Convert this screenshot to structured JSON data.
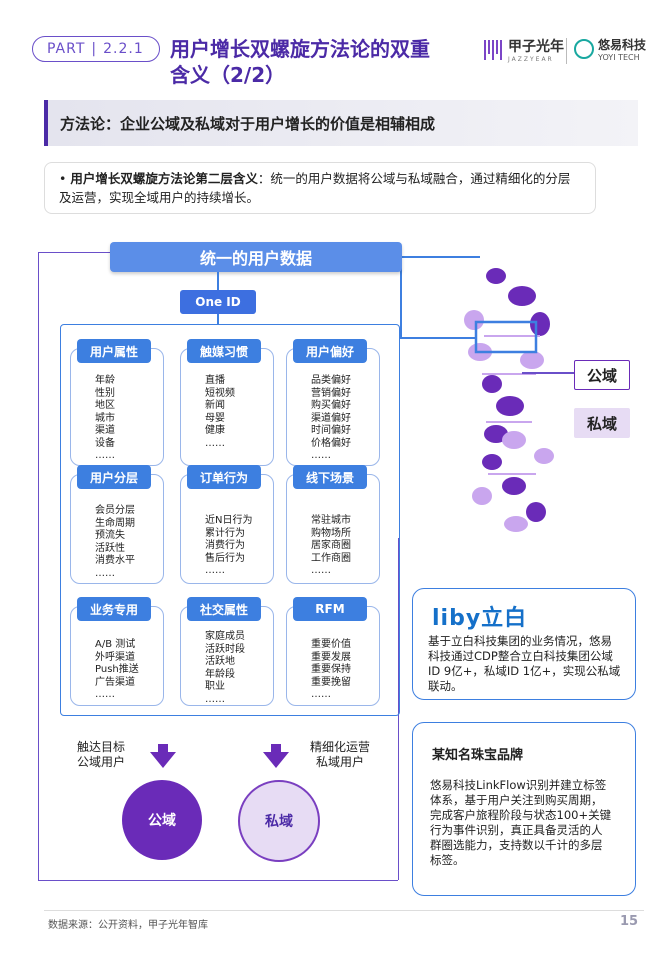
{
  "header": {
    "part_label": "PART",
    "part_number": "2.2.1",
    "title": "用户增长双螺旋方法论的双重含义（2/2）",
    "logo1_name": "甲子光年",
    "logo1_sub": "JAZZYEAR",
    "logo2_name": "悠易科技",
    "logo2_sub": "YOYI TECH"
  },
  "section": {
    "heading": "方法论：企业公域及私域对于用户增长的价值是相辅相成",
    "bullet_bold": "用户增长双螺旋方法论第二层含义",
    "bullet_text": "：统一的用户数据将公域与私域融合，通过精细化的分层及运营，实现全域用户的持续增长。"
  },
  "diagram": {
    "unified_label": "统一的用户数据",
    "oneid_label": "One ID",
    "cards": [
      {
        "title": "用户属性",
        "items": [
          "年龄",
          "性别",
          "地区",
          "城市",
          "渠道",
          "设备",
          "……"
        ]
      },
      {
        "title": "触媒习惯",
        "items": [
          "直播",
          "短视频",
          "新闻",
          "母婴",
          "健康",
          "……"
        ]
      },
      {
        "title": "用户偏好",
        "items": [
          "品类偏好",
          "营销偏好",
          "购买偏好",
          "渠道偏好",
          "时间偏好",
          "价格偏好",
          "……"
        ]
      },
      {
        "title": "用户分层",
        "items": [
          "会员分层",
          "生命周期",
          "预流失",
          "活跃性",
          "消费水平",
          "……"
        ]
      },
      {
        "title": "订单行为",
        "items": [
          "近N日行为",
          "累计行为",
          "消费行为",
          "售后行为",
          "……"
        ]
      },
      {
        "title": "线下场景",
        "items": [
          "常驻城市",
          "购物场所",
          "居家商圈",
          "工作商圈",
          "……"
        ]
      },
      {
        "title": "业务专用",
        "items": [
          "A/B 测试",
          "外呼渠道",
          "Push推送",
          "广告渠道",
          "……"
        ]
      },
      {
        "title": "社交属性",
        "items": [
          "家庭成员",
          "活跃时段",
          "活跃地",
          "年龄段",
          "职业",
          "……"
        ]
      },
      {
        "title": "RFM",
        "items": [
          "重要价值",
          "重要发展",
          "重要保持",
          "重要挽留",
          "……"
        ]
      }
    ],
    "reach_label_1": "触达目标",
    "reach_label_2": "公域用户",
    "refine_label_1": "精细化运营",
    "refine_label_2": "私域用户",
    "public_circle": "公域",
    "private_circle": "私域",
    "public_domain_tag": "公域",
    "private_domain_tag": "私域"
  },
  "cases": {
    "case1_logo": "liby立白",
    "case1_text": [
      "基于立白科技集团的业务情况，悠易",
      "科技通过CDP整合立白科技集团公域",
      "ID 9亿+，私域ID 1亿+，实现公私域",
      "联动。"
    ],
    "case2_title": "某知名珠宝品牌",
    "case2_text": [
      "悠易科技LinkFlow识别并建立标签",
      "体系，基于用户关注到购买周期，",
      "完成客户旅程阶段与状态100+关键",
      "行为事件识别，真正具备灵活的人",
      "群圈选能力，支持数以千计的多层",
      "标签。"
    ]
  },
  "footer": {
    "source": "数据来源：公开资料，甲子光年智库",
    "page": "15"
  },
  "colors": {
    "brand_purple": "#4b2aa6",
    "accent_blue": "#3d7fe0",
    "public_purple": "#6a2bb8",
    "private_light": "#e7dcf4"
  }
}
